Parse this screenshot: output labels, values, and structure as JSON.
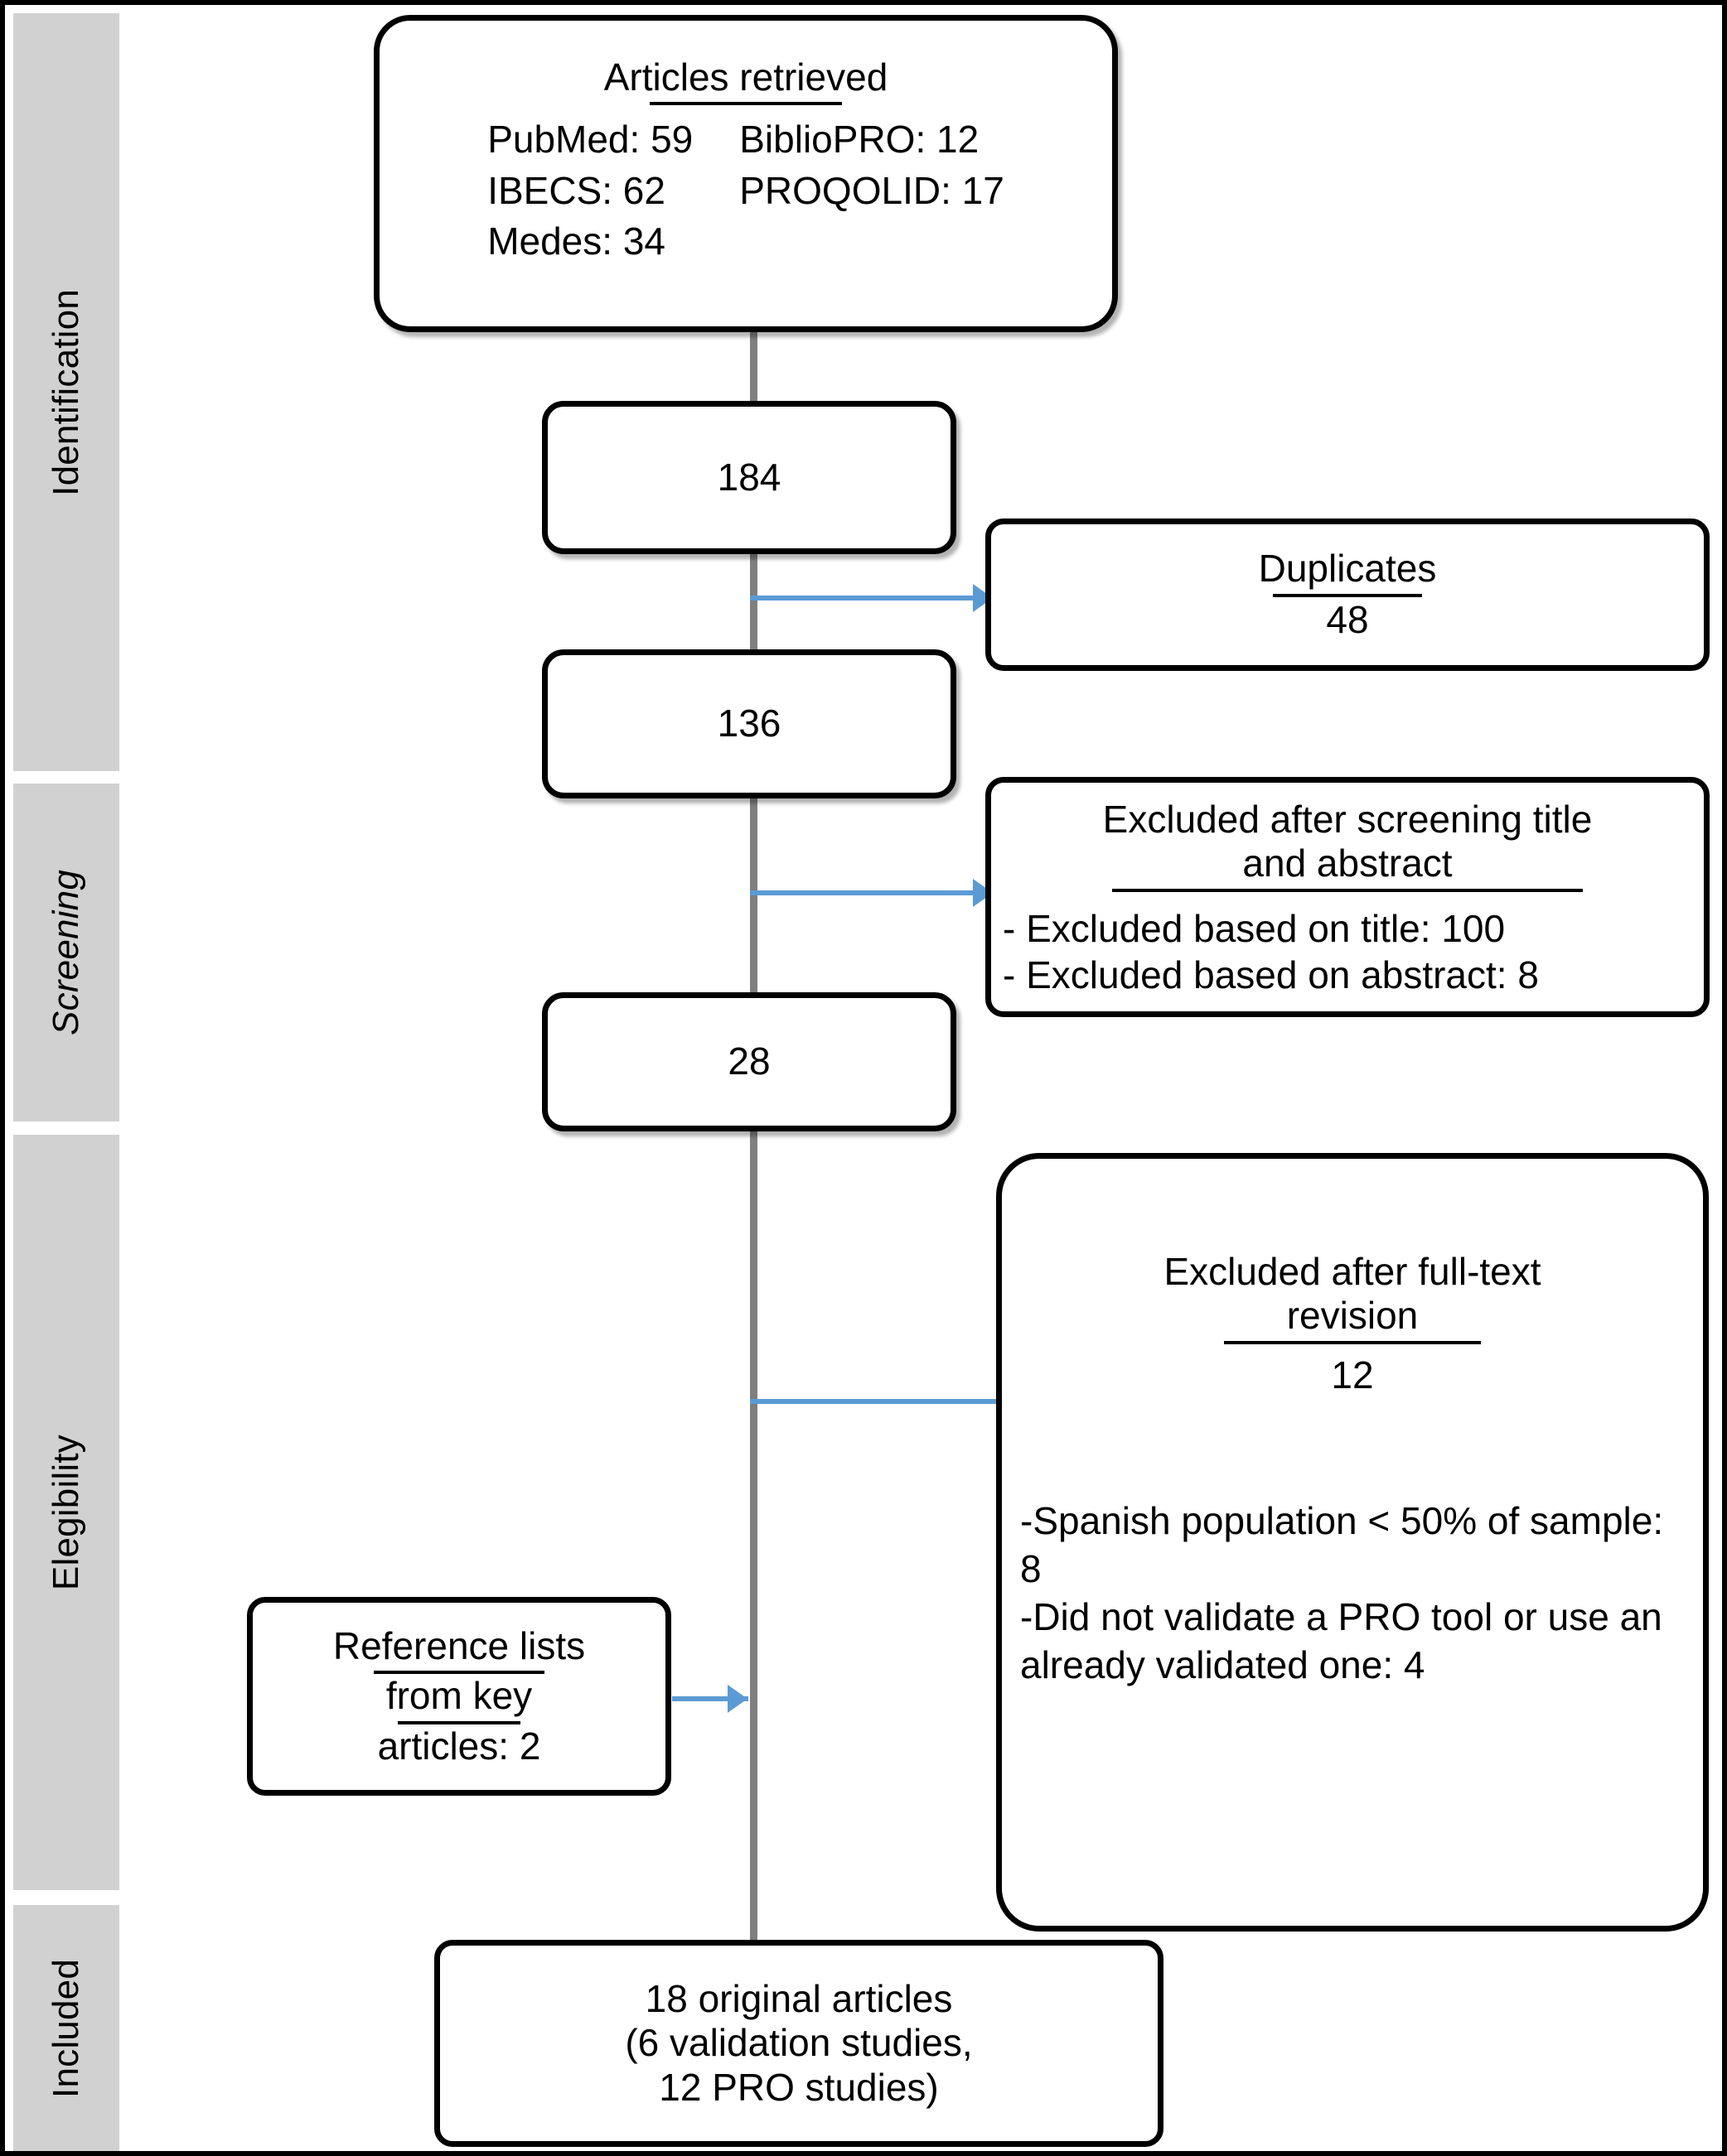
{
  "figure": {
    "type": "prisma-flow-diagram",
    "accent_color": "#5b9bd5",
    "spine_color": "#7f7f7f",
    "band_color": "#d1d1d1"
  },
  "stages": [
    {
      "label": "Identification",
      "italic": false
    },
    {
      "label": "Screening",
      "italic": true
    },
    {
      "label": "Elegibility",
      "italic": false
    },
    {
      "label": "Included",
      "italic": false
    }
  ],
  "nodes": {
    "retrieved": {
      "title": "Articles retrieved",
      "sources": [
        {
          "name": "PubMed",
          "count": "59"
        },
        {
          "name": "BiblioPRO",
          "count": "12"
        },
        {
          "name": "IBECS",
          "count": "62"
        },
        {
          "name": "PROQOLID",
          "count": "17"
        },
        {
          "name": "Medes",
          "count": "34"
        }
      ],
      "lines": [
        "PubMed: 59",
        "BiblioPRO: 12",
        "IBECS: 62",
        "PROQOLID: 17",
        "Medes: 34"
      ]
    },
    "total_records": {
      "count": "184"
    },
    "after_duplicates": {
      "count": "136"
    },
    "after_screening": {
      "count": "28"
    },
    "duplicates": {
      "title": "Duplicates",
      "count": "48"
    },
    "excluded_screening": {
      "title_line1": "Excluded after screening title",
      "title_line2": "and abstract",
      "items": [
        "- Excluded based on title: 100",
        "- Excluded based on abstract: 8"
      ]
    },
    "excluded_fulltext": {
      "title_line1": "Excluded after full-text",
      "title_line2": "revision",
      "count": "12",
      "reasons": [
        "-Spanish population < 50% of sample: 8",
        "-Did not validate a PRO tool or use an already validated one: 4"
      ]
    },
    "reference_lists": {
      "line1": "Reference lists",
      "line2": "from key",
      "line3": "articles: 2"
    },
    "included": {
      "line1": "18 original articles",
      "line2": "(6 validation studies,",
      "line3": "12 PRO studies)"
    }
  },
  "chart_data": {
    "type": "table",
    "title": "PRISMA study selection flow",
    "records_identified": {
      "PubMed": 59,
      "IBECS": 62,
      "Medes": 34,
      "BiblioPRO": 12,
      "PROQOLID": 17,
      "total": 184
    },
    "duplicates_removed": 48,
    "records_screened": 136,
    "excluded_on_title": 100,
    "excluded_on_abstract": 8,
    "full_text_assessed": 28,
    "full_text_excluded": 12,
    "full_text_exclusion_reasons": {
      "spanish_population_under_50_percent": 8,
      "no_pro_tool_validation_or_use": 4
    },
    "added_from_reference_lists": 2,
    "included_total": 18,
    "included_validation_studies": 6,
    "included_pro_studies": 12
  }
}
